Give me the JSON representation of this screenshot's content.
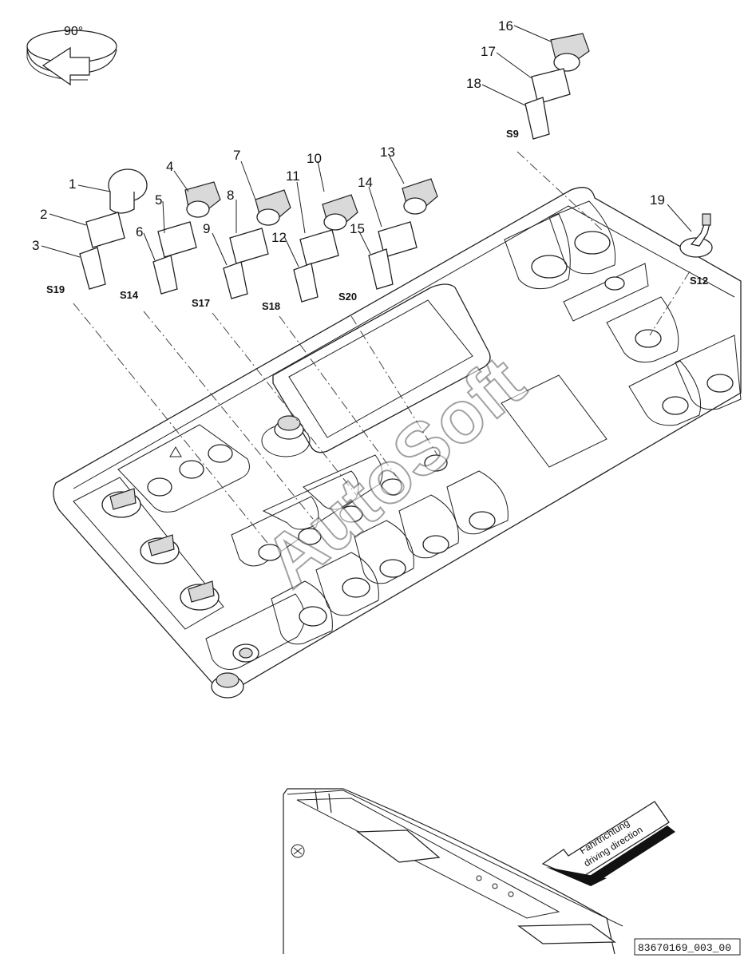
{
  "rotation": {
    "label": "90°"
  },
  "callouts": [
    {
      "id": "c1",
      "text": "1"
    },
    {
      "id": "c2",
      "text": "2"
    },
    {
      "id": "c3",
      "text": "3"
    },
    {
      "id": "c4",
      "text": "4"
    },
    {
      "id": "c5",
      "text": "5"
    },
    {
      "id": "c6",
      "text": "6"
    },
    {
      "id": "c7",
      "text": "7"
    },
    {
      "id": "c8",
      "text": "8"
    },
    {
      "id": "c9",
      "text": "9"
    },
    {
      "id": "c10",
      "text": "10"
    },
    {
      "id": "c11",
      "text": "11"
    },
    {
      "id": "c12",
      "text": "12"
    },
    {
      "id": "c13",
      "text": "13"
    },
    {
      "id": "c14",
      "text": "14"
    },
    {
      "id": "c15",
      "text": "15"
    },
    {
      "id": "c16",
      "text": "16"
    },
    {
      "id": "c17",
      "text": "17"
    },
    {
      "id": "c18",
      "text": "18"
    },
    {
      "id": "c19",
      "text": "19"
    }
  ],
  "switch_tags": [
    "S19",
    "S14",
    "S17",
    "S18",
    "S20",
    "S9",
    "S12"
  ],
  "watermark": "AutoSoft",
  "direction": {
    "line1": "Fahrtrichtung",
    "line2": "driving direction"
  },
  "figure_id": "83670169_003_00"
}
